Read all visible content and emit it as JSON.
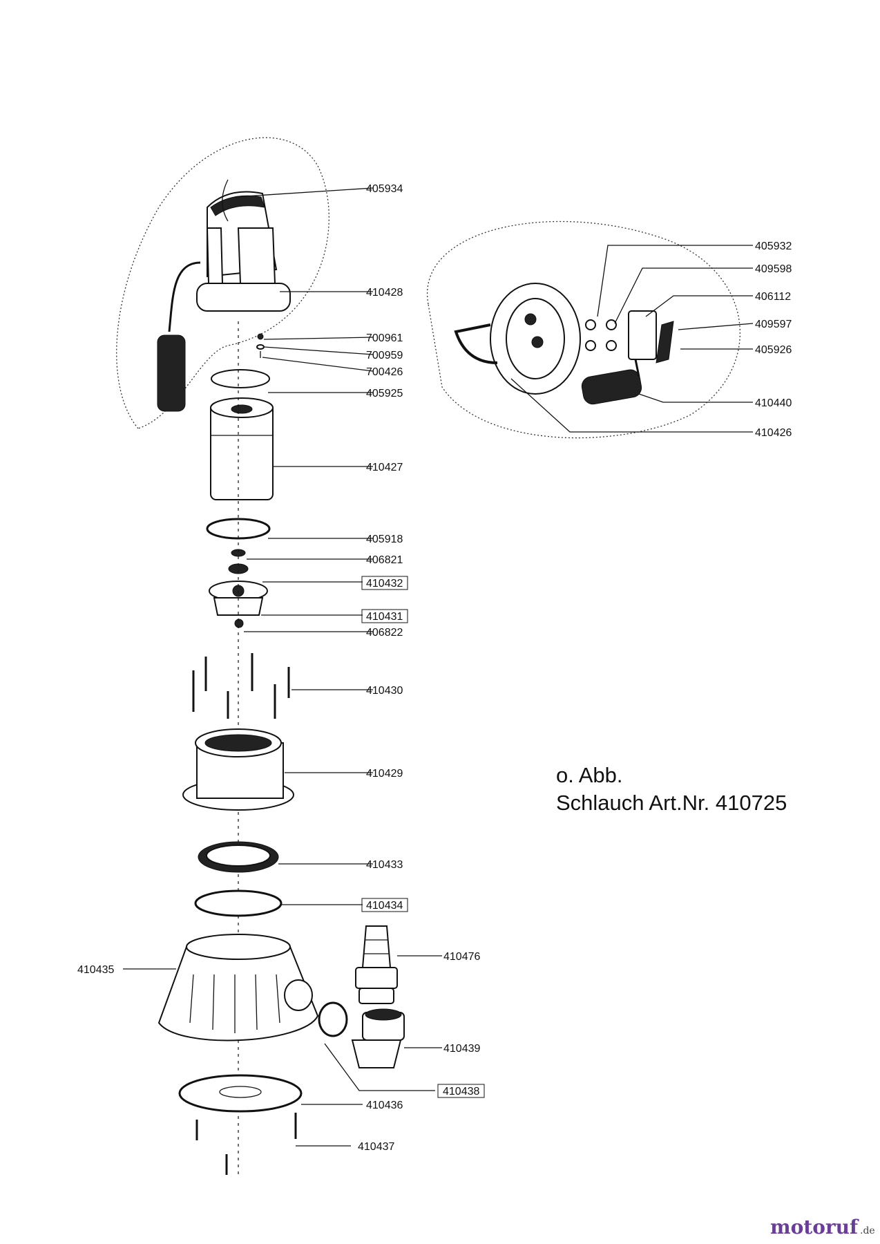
{
  "parts": {
    "p405934": "405934",
    "p410428": "410428",
    "p700961": "700961",
    "p700959": "700959",
    "p700426": "700426",
    "p405925": "405925",
    "p410427": "410427",
    "p405918": "405918",
    "p406821": "406821",
    "p410432": "410432",
    "p410431": "410431",
    "p406822": "406822",
    "p410430": "410430",
    "p410429": "410429",
    "p410433": "410433",
    "p410434": "410434",
    "p410435": "410435",
    "p410476": "410476",
    "p410439": "410439",
    "p410438": "410438",
    "p410436": "410436",
    "p410437": "410437",
    "p405932": "405932",
    "p409598": "409598",
    "p406112": "406112",
    "p409597": "409597",
    "p405926": "405926",
    "p410440": "410440",
    "p410426": "410426"
  },
  "note": {
    "line1": "o. Abb.",
    "line2": "Schlauch Art.Nr. 410725"
  },
  "watermark": {
    "brand": "motoruf",
    "tld": ".de"
  },
  "colors": {
    "line": "#111111",
    "background": "#ffffff"
  }
}
